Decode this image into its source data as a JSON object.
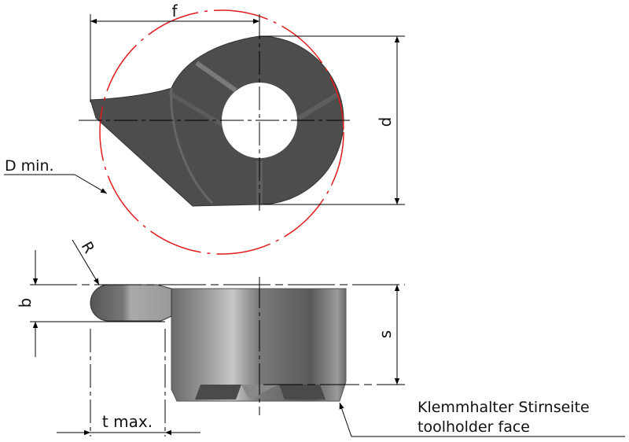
{
  "labels": {
    "f": "f",
    "d": "d",
    "d_min": "D min.",
    "r": "R",
    "b": "b",
    "s": "s",
    "t_max": "t max.",
    "toolholder_de": "Klemmhalter Stirnseite",
    "toolholder_en": "toolholder face"
  },
  "colors": {
    "insert": "#4a4a4a",
    "insert_light": "#8a8a8a",
    "min_diameter_circle": "#e31b1b",
    "lines": "#000000"
  }
}
